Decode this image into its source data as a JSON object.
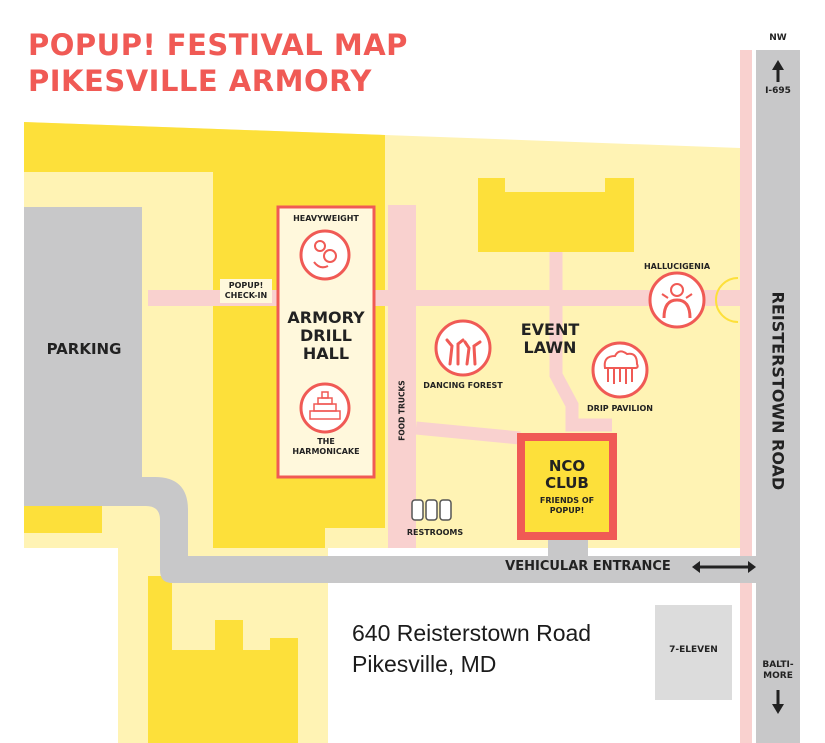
{
  "title": {
    "line1": "POPUP! FESTIVAL MAP",
    "line2": "PIKESVILLE ARMORY"
  },
  "colors": {
    "accent": "#f05a55",
    "yellow": "#fde03a",
    "pale_yellow": "#fff3b4",
    "pink_path": "#f9d1cf",
    "road_gray": "#c8c8c9",
    "text": "#222222"
  },
  "directions": {
    "north_abbrev": "NW",
    "north_road": "I-695",
    "south_label_line1": "BALTI-",
    "south_label_line2": "MORE"
  },
  "roads": {
    "main_road": "REISTERSTOWN ROAD",
    "vehicular_entrance": "VEHICULAR ENTRANCE",
    "food_trucks": "FOOD TRUCKS"
  },
  "areas": {
    "parking": "PARKING",
    "checkin_line1": "POPUP!",
    "checkin_line2": "CHECK-IN",
    "armory_line1": "ARMORY",
    "armory_line2": "DRILL",
    "armory_line3": "HALL",
    "event_lawn_line1": "EVENT",
    "event_lawn_line2": "LAWN",
    "nco_line1": "NCO",
    "nco_line2": "CLUB",
    "nco_sub_line1": "FRIENDS OF",
    "nco_sub_line2": "POPUP!",
    "seven_eleven": "7-ELEVEN",
    "restrooms": "RESTROOMS"
  },
  "attractions": [
    {
      "name": "HEAVYWEIGHT",
      "icon": "heavyweight-sculpture-icon"
    },
    {
      "name_line1": "THE",
      "name_line2": "HARMONICAKE",
      "icon": "layered-cake-icon"
    },
    {
      "name": "DANCING FOREST",
      "icon": "dancing-trees-icon"
    },
    {
      "name": "DRIP PAVILION",
      "icon": "drip-cloud-icon"
    },
    {
      "name": "HALLUCIGENIA",
      "icon": "hallucigenia-creature-icon"
    }
  ],
  "address": {
    "line1": "640 Reisterstown Road",
    "line2": "Pikesville, MD"
  }
}
